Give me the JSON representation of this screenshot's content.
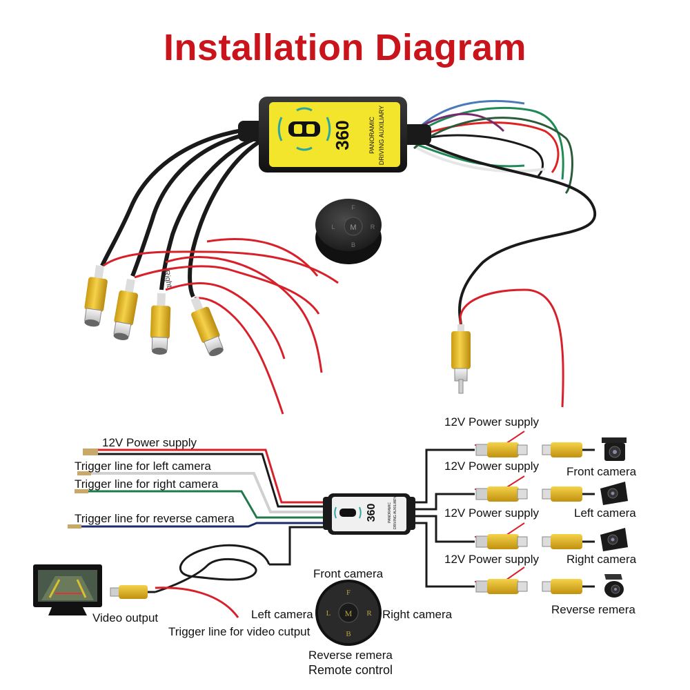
{
  "title": "Installation Diagram",
  "module": {
    "badge": "360",
    "text_line1": "PANORAMIC",
    "text_line2": "DRIVING AUXILIARY"
  },
  "cable_tags": {
    "right": "Right"
  },
  "remote_buttons": {
    "front": "F",
    "left": "L",
    "center": "M",
    "right": "R",
    "back": "B"
  },
  "inputs": {
    "power": "12V Power supply",
    "trigger_left": "Trigger line for left camera",
    "trigger_right": "Trigger line for right camera",
    "trigger_reverse": "Trigger line for reverse camera"
  },
  "video": {
    "output_label": "Video output",
    "trigger_label": "Trigger line for video cutput"
  },
  "cameras": [
    {
      "power_label": "12V Power supply",
      "name": "Front camera"
    },
    {
      "power_label": "12V Power supply",
      "name": "Left camera"
    },
    {
      "power_label": "12V Power supply",
      "name": "Right camera"
    },
    {
      "power_label": "12V Power supply",
      "name": "Reverse remera"
    }
  ],
  "remote": {
    "front": "Front camera",
    "left": "Left camera",
    "right": "Right camera",
    "reverse": "Reverse remera",
    "caption": "Remote control"
  },
  "colors": {
    "title": "#c8141a",
    "module_yellow": "#f2e52c",
    "rca_yellow": "#e8bf2a",
    "wire_red": "#d8202a",
    "wire_black": "#1a1a1a",
    "wire_green": "#1f7a4a",
    "wire_blue": "#1a2a6a"
  }
}
